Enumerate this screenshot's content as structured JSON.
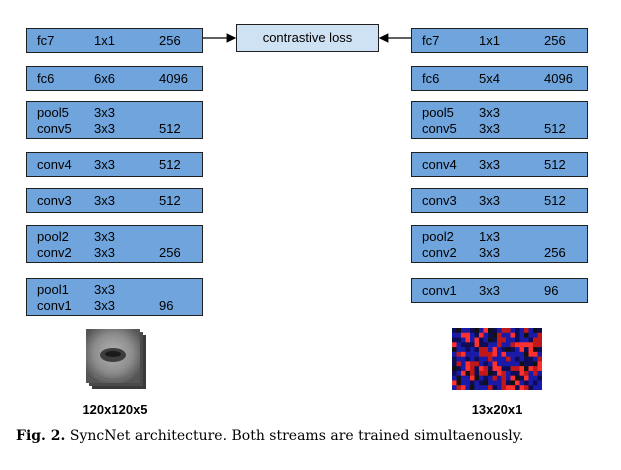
{
  "loss": {
    "label": "contrastive loss"
  },
  "left_stream": {
    "input_label": "120x120x5",
    "layers": [
      {
        "rows": [
          {
            "name": "fc7",
            "kernel": "1x1",
            "filters": "256"
          }
        ]
      },
      {
        "rows": [
          {
            "name": "fc6",
            "kernel": "6x6",
            "filters": "4096"
          }
        ]
      },
      {
        "rows": [
          {
            "name": "pool5",
            "kernel": "3x3",
            "filters": ""
          },
          {
            "name": "conv5",
            "kernel": "3x3",
            "filters": "512"
          }
        ]
      },
      {
        "rows": [
          {
            "name": "conv4",
            "kernel": "3x3",
            "filters": "512"
          }
        ]
      },
      {
        "rows": [
          {
            "name": "conv3",
            "kernel": "3x3",
            "filters": "512"
          }
        ]
      },
      {
        "rows": [
          {
            "name": "pool2",
            "kernel": "3x3",
            "filters": ""
          },
          {
            "name": "conv2",
            "kernel": "3x3",
            "filters": "256"
          }
        ]
      },
      {
        "rows": [
          {
            "name": "pool1",
            "kernel": "3x3",
            "filters": ""
          },
          {
            "name": "conv1",
            "kernel": "3x3",
            "filters": "96"
          }
        ]
      }
    ]
  },
  "right_stream": {
    "input_label": "13x20x1",
    "layers": [
      {
        "rows": [
          {
            "name": "fc7",
            "kernel": "1x1",
            "filters": "256"
          }
        ]
      },
      {
        "rows": [
          {
            "name": "fc6",
            "kernel": "5x4",
            "filters": "4096"
          }
        ]
      },
      {
        "rows": [
          {
            "name": "pool5",
            "kernel": "3x3",
            "filters": ""
          },
          {
            "name": "conv5",
            "kernel": "3x3",
            "filters": "512"
          }
        ]
      },
      {
        "rows": [
          {
            "name": "conv4",
            "kernel": "3x3",
            "filters": "512"
          }
        ]
      },
      {
        "rows": [
          {
            "name": "conv3",
            "kernel": "3x3",
            "filters": "512"
          }
        ]
      },
      {
        "rows": [
          {
            "name": "pool2",
            "kernel": "1x3",
            "filters": ""
          },
          {
            "name": "conv2",
            "kernel": "3x3",
            "filters": "256"
          }
        ]
      },
      {
        "rows": [
          {
            "name": "conv1",
            "kernel": "3x3",
            "filters": "96"
          }
        ]
      }
    ]
  },
  "caption": {
    "prefix": "Fig. 2.",
    "text": " SyncNet architecture. Both streams are trained simultaenously."
  },
  "colors": {
    "layer_fill": "#6fa4dc",
    "loss_fill": "#cfe2f3",
    "border": "#1f1f1f"
  }
}
